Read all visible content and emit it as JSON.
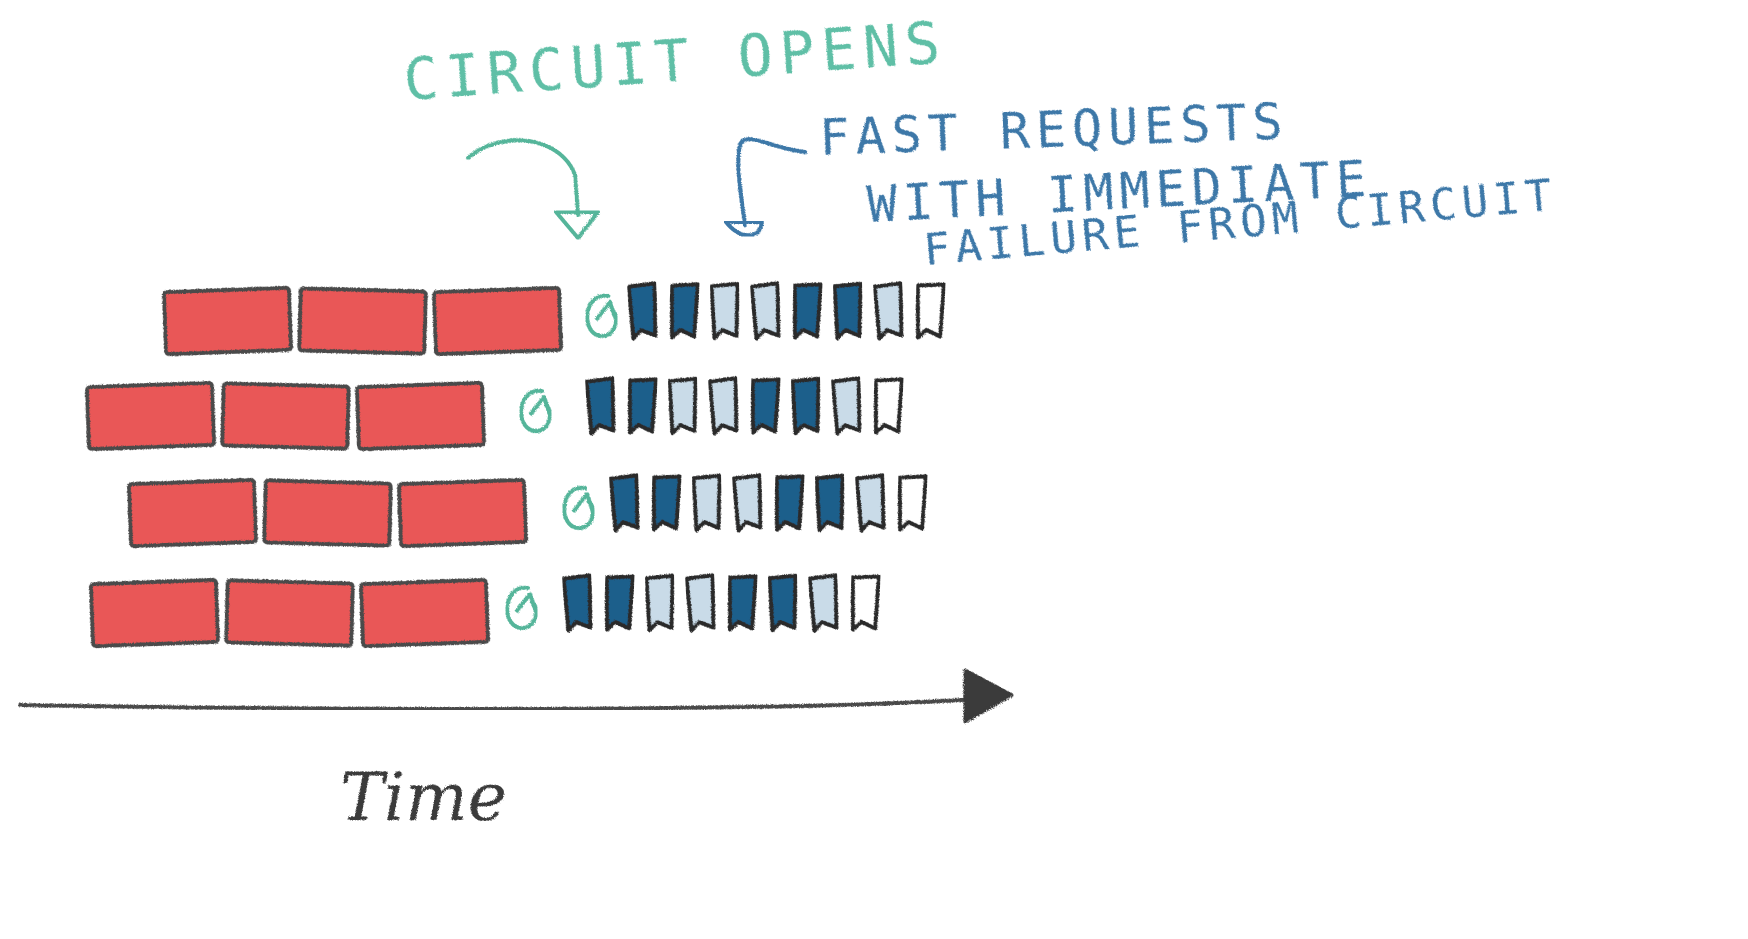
{
  "annotations": {
    "circuit_opens": "CIRCUIT OPENS",
    "fast_requests_line1": "FAST REQUESTS",
    "fast_requests_line2": "WITH IMMEDIATE",
    "fast_requests_line3": "FAILURE FROM CIRCUIT"
  },
  "axis": {
    "label": "Time"
  },
  "colors": {
    "slow_request_fill": "#e8494a",
    "slow_request_outline": "#3a3a3a",
    "circuit_marker": "#55b59a",
    "fast_fail_dark": "#1f5f8b",
    "fast_fail_light": "#c9dbe8",
    "fast_fail_outline": "#2b2b2b",
    "text_green": "#5fbfa6",
    "text_blue": "#3c78a8",
    "axis": "#4a4a4a"
  },
  "rows": [
    {
      "slow_requests": 3,
      "fast_requests": [
        "dark",
        "dark",
        "light",
        "light",
        "dark",
        "dark",
        "light",
        "empty"
      ]
    },
    {
      "slow_requests": 3,
      "fast_requests": [
        "dark",
        "dark",
        "light",
        "light",
        "dark",
        "dark",
        "light",
        "empty"
      ]
    },
    {
      "slow_requests": 3,
      "fast_requests": [
        "dark",
        "dark",
        "light",
        "light",
        "dark",
        "dark",
        "light",
        "empty"
      ]
    },
    {
      "slow_requests": 3,
      "fast_requests": [
        "dark",
        "dark",
        "light",
        "light",
        "dark",
        "dark",
        "light",
        "empty"
      ]
    }
  ]
}
